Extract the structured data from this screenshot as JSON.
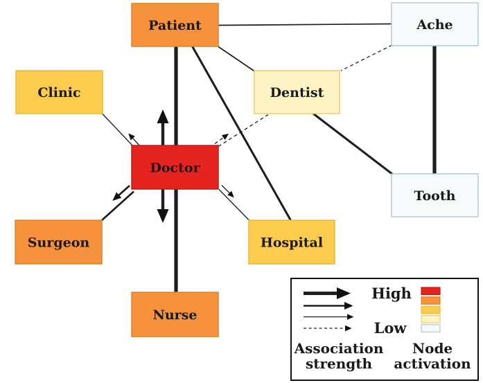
{
  "figure": {
    "type": "semantic-association-network",
    "background": "#ffffff"
  },
  "colors": {
    "activation_high": "#e6241f",
    "activation_medhigh": "#f6923e",
    "activation_mid": "#fbcc4e",
    "activation_medlow": "#fdf3c4",
    "activation_low": "#f6fafb",
    "edge": "#1e1e1e"
  },
  "nodes": {
    "patient": {
      "label": "Patient",
      "fill": "#f6923e",
      "border": "#e0821f",
      "text_color": "#1a1a1a",
      "activation": "medium-high"
    },
    "ache": {
      "label": "Ache",
      "fill": "#f6fafb",
      "border": "#b5c9d2",
      "text_color": "#1a1a1a",
      "activation": "low"
    },
    "clinic": {
      "label": "Clinic",
      "fill": "#fbcc4e",
      "border": "#eab937",
      "text_color": "#1a1a1a",
      "activation": "medium"
    },
    "dentist": {
      "label": "Dentist",
      "fill": "#fdf3c4",
      "border": "#e8cf6e",
      "text_color": "#1a1a1a",
      "activation": "medium-low"
    },
    "doctor": {
      "label": "Doctor",
      "fill": "#e6241f",
      "border": "#c51b16",
      "text_color": "#ffffff",
      "activation": "high"
    },
    "tooth": {
      "label": "Tooth",
      "fill": "#f6fafb",
      "border": "#b5c9d2",
      "text_color": "#1a1a1a",
      "activation": "low"
    },
    "surgeon": {
      "label": "Surgeon",
      "fill": "#f6923e",
      "border": "#e0821f",
      "text_color": "#1a1a1a",
      "activation": "medium-high"
    },
    "hospital": {
      "label": "Hospital",
      "fill": "#fbcc4e",
      "border": "#eab937",
      "text_color": "#1a1a1a",
      "activation": "medium"
    },
    "nurse": {
      "label": "Nurse",
      "fill": "#f6923e",
      "border": "#e0821f",
      "text_color": "#1a1a1a",
      "activation": "medium-high"
    }
  },
  "edges": [
    {
      "from": "Patient",
      "to": "Doctor",
      "strength": "high",
      "style": "solid-thickest",
      "arrow": "Doctor to Patient"
    },
    {
      "from": "Doctor",
      "to": "Nurse",
      "strength": "high",
      "style": "solid-thickest",
      "arrow": "Doctor to Nurse"
    },
    {
      "from": "Ache",
      "to": "Tooth",
      "strength": "high",
      "style": "solid-thickest",
      "arrow": "none"
    },
    {
      "from": "Patient",
      "to": "Hospital",
      "strength": "medium-high",
      "style": "solid-thick",
      "arrow": "none"
    },
    {
      "from": "Dentist",
      "to": "Tooth",
      "strength": "medium-high",
      "style": "solid-thick",
      "arrow": "none"
    },
    {
      "from": "Doctor",
      "to": "Surgeon",
      "strength": "medium-high",
      "style": "solid-thick",
      "arrow": "Doctor to Surgeon"
    },
    {
      "from": "Patient",
      "to": "Ache",
      "strength": "medium-low",
      "style": "solid-thin",
      "arrow": "none"
    },
    {
      "from": "Patient",
      "to": "Dentist",
      "strength": "medium-low",
      "style": "solid-thin",
      "arrow": "none"
    },
    {
      "from": "Clinic",
      "to": "Doctor",
      "strength": "medium-low",
      "style": "solid-thin",
      "arrow": "Doctor to Clinic"
    },
    {
      "from": "Doctor",
      "to": "Hospital",
      "strength": "medium-low",
      "style": "solid-thin",
      "arrow": "Doctor to Hospital"
    },
    {
      "from": "Ache",
      "to": "Dentist",
      "strength": "low",
      "style": "dashed",
      "arrow": "none"
    },
    {
      "from": "Doctor",
      "to": "Dentist",
      "strength": "low",
      "style": "dashed",
      "arrow": "Doctor to Dentist"
    }
  ],
  "legend": {
    "high_label": "High",
    "low_label": "Low",
    "strength_caption_line1": "Association",
    "strength_caption_line2": "strength",
    "activation_caption_line1": "Node",
    "activation_caption_line2": "activation",
    "arrow_styles": [
      "solid-thickest",
      "solid-thick",
      "solid-thin",
      "dashed"
    ],
    "swatches": [
      "#e6241f",
      "#f6923e",
      "#fbcc4e",
      "#fdf3c4",
      "#f6fafb"
    ],
    "swatch_borders": [
      "#c51b16",
      "#e0821f",
      "#eab937",
      "#e8cf6e",
      "#b5c9d2"
    ]
  }
}
